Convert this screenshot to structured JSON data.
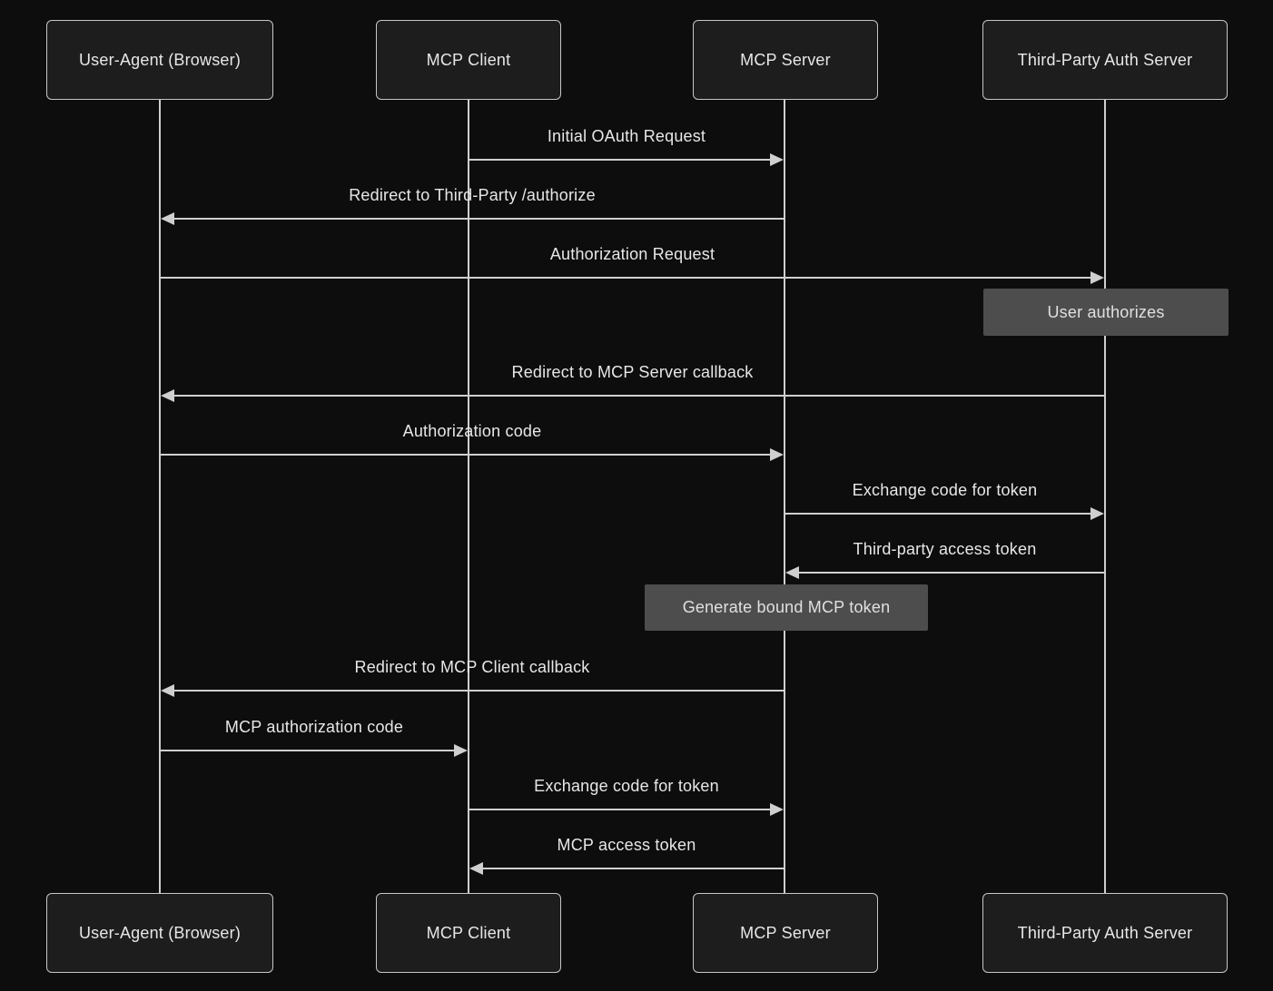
{
  "diagram": {
    "type": "sequence-diagram",
    "theme": "dark",
    "colors": {
      "background": "#0d0d0d",
      "actor_fill": "#1d1d1d",
      "actor_border": "#c6c6c6",
      "line": "#cfcfcf",
      "text": "#e7e7e7",
      "note_fill": "#4d4d4d",
      "note_text": "#e0e0e0"
    },
    "actors": [
      {
        "id": "user-agent",
        "label": "User-Agent (Browser)"
      },
      {
        "id": "mcp-client",
        "label": "MCP Client"
      },
      {
        "id": "mcp-server",
        "label": "MCP Server"
      },
      {
        "id": "third-party-auth-server",
        "label": "Third-Party Auth Server"
      }
    ],
    "messages": [
      {
        "label": "Initial OAuth Request",
        "from": "mcp-client",
        "to": "mcp-server"
      },
      {
        "label": "Redirect to Third-Party /authorize",
        "from": "mcp-server",
        "to": "user-agent"
      },
      {
        "label": "Authorization Request",
        "from": "user-agent",
        "to": "third-party-auth-server"
      },
      {
        "label": "Redirect to MCP Server callback",
        "from": "third-party-auth-server",
        "to": "user-agent"
      },
      {
        "label": "Authorization code",
        "from": "user-agent",
        "to": "mcp-server"
      },
      {
        "label": "Exchange code for token",
        "from": "mcp-server",
        "to": "third-party-auth-server"
      },
      {
        "label": "Third-party access token",
        "from": "third-party-auth-server",
        "to": "mcp-server"
      },
      {
        "label": "Redirect to MCP Client callback",
        "from": "mcp-server",
        "to": "user-agent"
      },
      {
        "label": "MCP authorization code",
        "from": "user-agent",
        "to": "mcp-client"
      },
      {
        "label": "Exchange code for token",
        "from": "mcp-client",
        "to": "mcp-server"
      },
      {
        "label": "MCP access token",
        "from": "mcp-server",
        "to": "mcp-client"
      }
    ],
    "notes": [
      {
        "label": "User authorizes",
        "actor": "third-party-auth-server"
      },
      {
        "label": "Generate bound MCP token",
        "actor": "mcp-server"
      }
    ]
  }
}
